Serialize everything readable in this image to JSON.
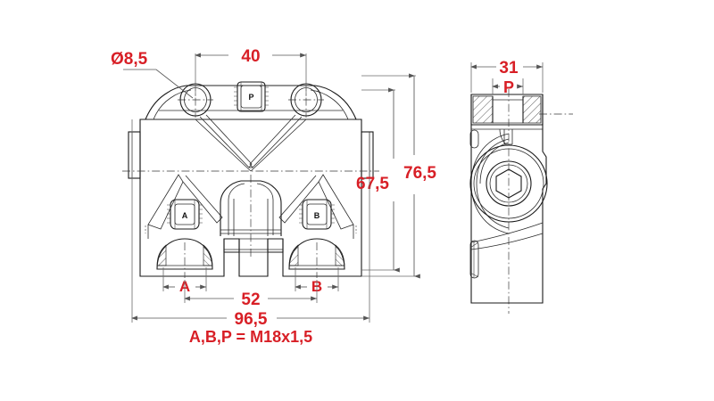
{
  "drawing": {
    "title": "Hydraulic valve block - two view technical drawing",
    "background_color": "#ffffff",
    "line_color": "#1a1a1a",
    "dimension_color": "#d81f26",
    "dimension_line_color": "#555555"
  },
  "views": {
    "front": {
      "name": "front-view"
    },
    "side": {
      "name": "side-view"
    }
  },
  "dimensions": {
    "hole_dia": "Ø8,5",
    "top_bolt_spacing": "40",
    "height_inner": "67,5",
    "height_outer": "76,5",
    "port_spacing": "52",
    "overall_width": "96,5",
    "side_width": "31"
  },
  "ports": {
    "p_front": "P",
    "p_side": "P",
    "a": "A",
    "b": "B",
    "a_label_bottom": "A",
    "b_label_bottom": "B"
  },
  "notes": {
    "thread_spec": "A,B,P = M18x1,5"
  }
}
